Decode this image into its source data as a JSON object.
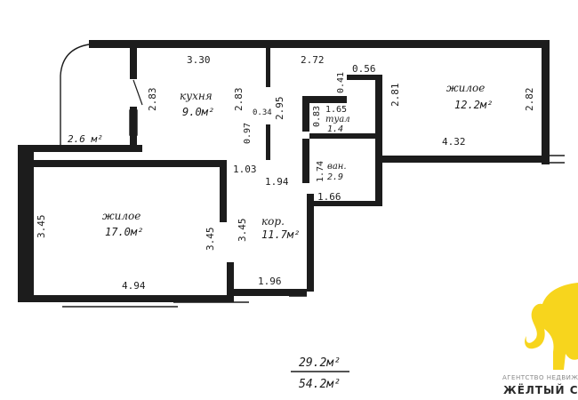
{
  "rooms": {
    "kitchen": {
      "name": "кухня",
      "area": "9.0м²"
    },
    "living_large": {
      "name": "жилое",
      "area": "17.0м²"
    },
    "living_small": {
      "name": "жилое",
      "area": "12.2м²"
    },
    "corridor": {
      "name": "кор.",
      "area": "11.7м²"
    },
    "toilet": {
      "name": "туал",
      "area": "1.4"
    },
    "bath": {
      "name": "ван.",
      "area": "2.9"
    },
    "balcony": {
      "area": "2.6 м²"
    }
  },
  "dimensions": {
    "d330": "3.30",
    "d272": "2.72",
    "d283a": "2.83",
    "d283b": "2.83",
    "d295": "2.95",
    "d034": "0.34",
    "d097": "0.97",
    "d041": "0.41",
    "d056": "0.56",
    "d281": "2.81",
    "d282": "2.82",
    "d083": "0.83",
    "d165": "1.65",
    "d432": "4.32",
    "d103": "1.03",
    "d194": "1.94",
    "d174": "1.74",
    "d166": "1.66",
    "d345a": "3.45",
    "d345b": "3.45",
    "d345c": "3.45",
    "d494": "4.94",
    "d196": "1.96"
  },
  "totals": {
    "living_area": "29.2м²",
    "total_area": "54.2м²"
  },
  "logo": {
    "tagline": "АГЕНТСТВО НЕДВИЖ",
    "name": "ЖЁЛТЫЙ С",
    "color": "#f7d51d"
  }
}
